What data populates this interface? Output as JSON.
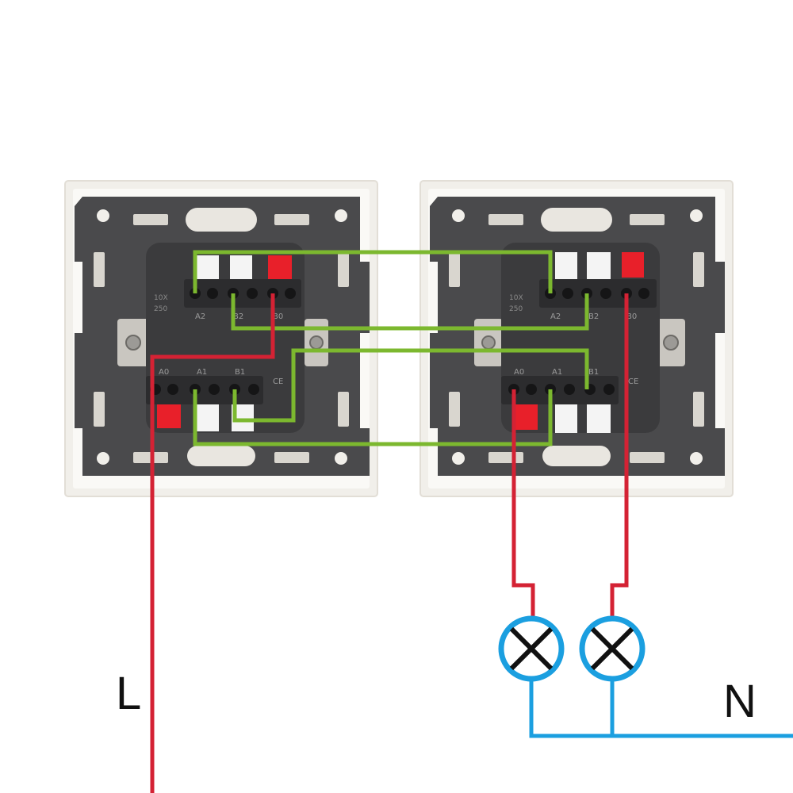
{
  "labels": {
    "live": "L",
    "neutral": "N"
  },
  "switch_left": {
    "terminals": {
      "a2": "A2",
      "b2": "B2",
      "b0": "B0",
      "a0": "A0",
      "a1": "A1",
      "b1": "B1"
    },
    "rating_line1": "10X",
    "rating_line2": "250"
  },
  "switch_right": {
    "terminals": {
      "a2": "A2",
      "b2": "B2",
      "b0": "B0",
      "a0": "A0",
      "a1": "A1",
      "b1": "B1"
    },
    "rating_line1": "10X",
    "rating_line2": "250"
  },
  "colors": {
    "live_wire": "#d42234",
    "traveler_wire": "#7cb82f",
    "neutral_wire": "#1b9fe0",
    "switch_body": "#4a4a4c",
    "frame": "#f1efea",
    "clamp_red": "#e8202a",
    "lamp": "#1b9fe0"
  }
}
